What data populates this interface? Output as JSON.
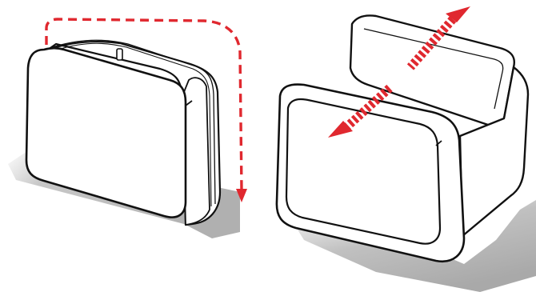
{
  "figure": {
    "panels": [
      {
        "id": "collapsed",
        "item": "cube-storage-box",
        "state": "collapsed / zipped",
        "indicator": "dashed-arrow-around-zipper",
        "indicator_color": "#e0282f"
      },
      {
        "id": "expanded",
        "item": "cube-storage-box",
        "state": "expanded",
        "indicator": "double-headed-expand-arrow",
        "indicator_color": "#e0282f"
      }
    ],
    "colors": {
      "accent": "#e0282f",
      "outline": "#111111",
      "fill": "#ffffff",
      "shadow": "#b9b9b9"
    }
  }
}
